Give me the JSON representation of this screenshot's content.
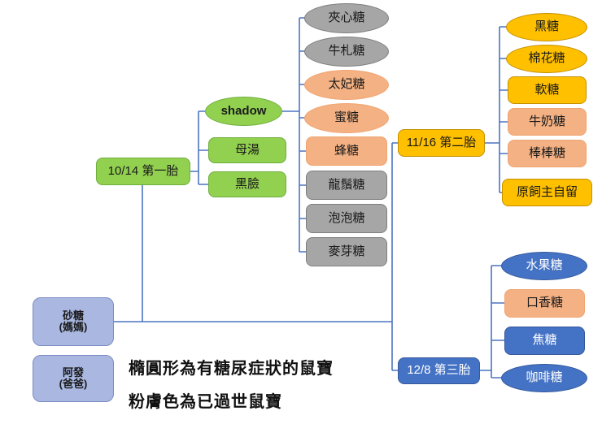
{
  "parents": [
    {
      "name": "砂糖",
      "role": "(媽媽)"
    },
    {
      "name": "阿發",
      "role": "(爸爸)"
    }
  ],
  "litters": [
    {
      "label": "10/14 第一胎",
      "theme": "green"
    },
    {
      "label": "11/16 第二胎",
      "theme": "yellow"
    },
    {
      "label": "12/8 第三胎",
      "theme": "blue"
    }
  ],
  "litter1_children": [
    {
      "label": "shadow",
      "shape": "ellipse",
      "theme": "green"
    },
    {
      "label": "母湯",
      "shape": "rect",
      "theme": "green"
    },
    {
      "label": "黑臉",
      "shape": "rect",
      "theme": "green"
    }
  ],
  "shadow_children": [
    {
      "label": "夾心糖",
      "shape": "ellipse",
      "theme": "gray"
    },
    {
      "label": "牛札糖",
      "shape": "ellipse",
      "theme": "gray"
    },
    {
      "label": "太妃糖",
      "shape": "ellipse",
      "theme": "pink"
    },
    {
      "label": "蜜糖",
      "shape": "ellipse",
      "theme": "pink"
    },
    {
      "label": "蜂糖",
      "shape": "rect",
      "theme": "pink"
    },
    {
      "label": "龍鬚糖",
      "shape": "rect",
      "theme": "gray"
    },
    {
      "label": "泡泡糖",
      "shape": "rect",
      "theme": "gray"
    },
    {
      "label": "麥芽糖",
      "shape": "rect",
      "theme": "gray"
    }
  ],
  "litter2_children": [
    {
      "label": "黑糖",
      "shape": "ellipse",
      "theme": "yellow"
    },
    {
      "label": "棉花糖",
      "shape": "ellipse",
      "theme": "yellow"
    },
    {
      "label": "軟糖",
      "shape": "rect",
      "theme": "yellow"
    },
    {
      "label": "牛奶糖",
      "shape": "rect",
      "theme": "pink"
    },
    {
      "label": "棒棒糖",
      "shape": "rect",
      "theme": "pink"
    },
    {
      "label": "原飼主自留",
      "shape": "rect",
      "theme": "yellow"
    }
  ],
  "litter3_children": [
    {
      "label": "水果糖",
      "shape": "ellipse",
      "theme": "blue"
    },
    {
      "label": "口香糖",
      "shape": "rect",
      "theme": "pink"
    },
    {
      "label": "焦糖",
      "shape": "rect",
      "theme": "blue"
    },
    {
      "label": "咖啡糖",
      "shape": "ellipse",
      "theme": "blue"
    }
  ],
  "legend": {
    "line1": "橢圓形為有糖尿症狀的鼠寶",
    "line2": "粉膚色為已過世鼠寶"
  },
  "colors": {
    "green": "#92d050",
    "yellow": "#ffc000",
    "pink": "#f4b183",
    "gray": "#a6a6a6",
    "blue": "#4472c4",
    "parent_box": "#a9b7e1",
    "connector": "#4c74c0"
  }
}
